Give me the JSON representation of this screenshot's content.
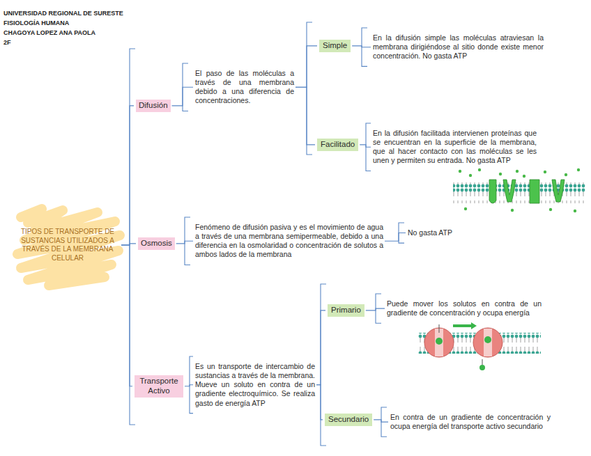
{
  "diagram": {
    "nodes": [
      {
        "text": [
          "TIPOS DE TRANSPORTE DE SUSTANCIAS UTILIZADOS A TRAVÉS DE LA MEMBRANA CELULAR"
        ]
      },
      {
        "text": [
          "Difusión"
        ]
      },
      {
        "text": [
          "El paso de las moléculas a través de una membrana debido a una diferencia de concentraciones."
        ]
      },
      {
        "text": [
          "Simple"
        ]
      },
      {
        "text": [
          "En la difusión simple las moléculas atraviesan la membrana dirigiéndose al sitio donde existe menor concentración. No gasta ATP"
        ]
      },
      {
        "text": [
          "Facilitado"
        ]
      },
      {
        "text": [
          "En la difusión facilitada intervienen proteínas que se encuentran en la superficie de la membrana, que al hacer contacto con las moléculas se les unen y permiten su entrada. No gasta ATP"
        ]
      },
      {
        "text": [
          "Osmosis"
        ]
      },
      {
        "text": [
          "Fenómeno de difusión pasiva y es el movimiento de agua a través de una membrana semipermeable, debido a una diferencia en la osmolaridad o concentración de solutos a ambos lados de la membrana"
        ]
      },
      {
        "text": [
          "No gasta ATP"
        ]
      },
      {
        "text": [
          "Transporte Activo"
        ]
      },
      {
        "text": [
          "Es un transporte de intercambio de sustancias a través de la membrana. Mueve un soluto en contra de un gradiente electroquímico. Se realiza gasto de energía ATP"
        ]
      },
      {
        "text": [
          "Primario"
        ]
      },
      {
        "text": [
          "Puede mover los solutos en contra de un gradiente de concentración y ocupa energía"
        ]
      },
      {
        "text": [
          "Secundario"
        ]
      },
      {
        "text": [
          "En contra de un gradiente de concentración y ocupa energía del transporte activo secundario"
        ]
      }
    ],
    "edges": [
      {
        "from": 0,
        "to": 1,
        "arrow": "none"
      },
      {
        "from": 0,
        "to": 7,
        "arrow": "none"
      },
      {
        "from": 0,
        "to": 10,
        "arrow": "none"
      },
      {
        "from": 1,
        "to": 2,
        "arrow": "none"
      },
      {
        "from": 2,
        "to": 3,
        "arrow": "none"
      },
      {
        "from": 2,
        "to": 5,
        "arrow": "none"
      },
      {
        "from": 3,
        "to": 4,
        "arrow": "none"
      },
      {
        "from": 5,
        "to": 6,
        "arrow": "none"
      },
      {
        "from": 7,
        "to": 8,
        "arrow": "none"
      },
      {
        "from": 8,
        "to": 9,
        "arrow": "none"
      },
      {
        "from": 10,
        "to": 11,
        "arrow": "none"
      },
      {
        "from": 11,
        "to": 12,
        "arrow": "none"
      },
      {
        "from": 11,
        "to": 14,
        "arrow": "none"
      },
      {
        "from": 12,
        "to": 13,
        "arrow": "none"
      },
      {
        "from": 14,
        "to": 15,
        "arrow": "none"
      }
    ],
    "labels": [
      "UNIVERSIDAD REGIONAL DE SURESTE",
      "FISIOLOGÍA HUMANA",
      "CHAGOYA LOPEZ ANA PAOLA",
      "2F"
    ]
  }
}
